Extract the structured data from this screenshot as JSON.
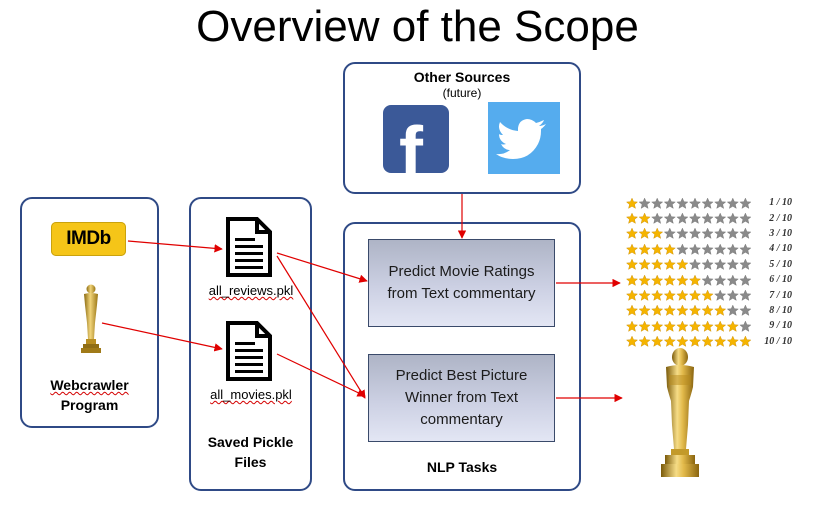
{
  "title": "Overview of the Scope",
  "webcrawler": {
    "logo_text": "IMDb",
    "label_line1": "Webcrawler",
    "label_line2": "Program"
  },
  "pickle": {
    "file1": "all_reviews.pkl",
    "file2": "all_movies.pkl",
    "label_line1": "Saved Pickle",
    "label_line2": "Files"
  },
  "other_sources": {
    "title": "Other Sources",
    "subtitle": "(future)",
    "facebook_letter": "f",
    "icons": [
      "facebook-icon",
      "twitter-icon"
    ]
  },
  "nlp": {
    "task1": "Predict Movie Ratings from Text commentary",
    "task2": "Predict Best Picture Winner from Text commentary",
    "label": "NLP Tasks"
  },
  "ratings": {
    "labels": [
      "1 / 10",
      "2 / 10",
      "3 / 10",
      "4 / 10",
      "5 / 10",
      "6 / 10",
      "7 / 10",
      "8 / 10",
      "9 / 10",
      "10 / 10"
    ],
    "filled": [
      1,
      2,
      3,
      4,
      5,
      6,
      7,
      8,
      9,
      10
    ],
    "total": 10
  },
  "colors": {
    "box_border": "#2f4a86",
    "arrow": "#e00000",
    "star_on": "#f5b400",
    "star_off": "#8a8a8a",
    "gold": "#c9a227"
  }
}
